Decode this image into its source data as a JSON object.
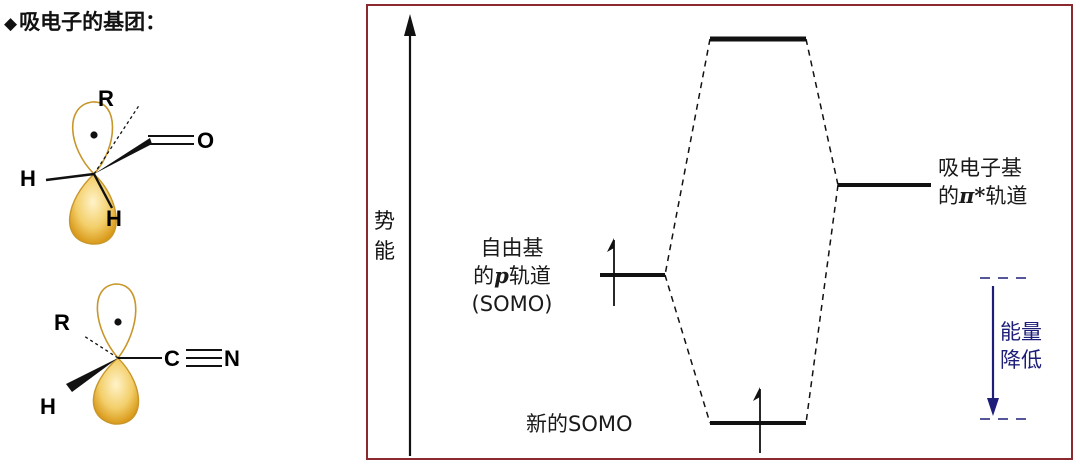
{
  "heading": {
    "diamond": "◆",
    "text": "吸电子的基团："
  },
  "molecules": {
    "carbonyl": {
      "r": "R",
      "o": "O",
      "h1": "H",
      "h2": "H"
    },
    "nitrile": {
      "r": "R",
      "c": "C",
      "n": "N",
      "h": "H"
    }
  },
  "diagram": {
    "energy_axis": "势能",
    "radical": {
      "line1": "自由基",
      "line2_prefix": "的",
      "line2_p": "p",
      "line2_suffix": "轨道",
      "line3": "(SOMO)"
    },
    "acceptor": {
      "line1": "吸电子基",
      "line2_prefix": "的",
      "line2_pi": "π*",
      "line2_suffix": "轨道"
    },
    "new_somo": "新的SOMO",
    "energy_drop": {
      "line1": "能量",
      "line2": "降低"
    },
    "colors": {
      "frame": "#8a2a2e",
      "arrow_blue": "#1e1e7a",
      "orbital_fill": "#f0c14a"
    }
  }
}
